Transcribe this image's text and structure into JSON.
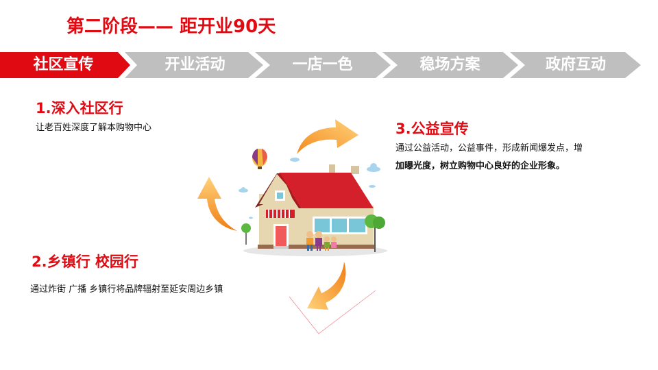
{
  "header": {
    "title": "第二阶段—— 距开业90天"
  },
  "banner": {
    "steps": [
      {
        "label": "社区宣传",
        "active": true
      },
      {
        "label": "开业活动",
        "active": false
      },
      {
        "label": "一店一色",
        "active": false
      },
      {
        "label": "稳场方案",
        "active": false
      },
      {
        "label": "政府互动",
        "active": false
      }
    ],
    "colors": {
      "active": "#e00a12",
      "inactive": "#bfbfbf"
    }
  },
  "sections": [
    {
      "title": "1.深入社区行",
      "text": "让老百姓深度了解本购物中心"
    },
    {
      "title": "2.乡镇行 校园行",
      "text": "通过炸街 广播 乡镇行将品牌辐射至延安周边乡镇"
    },
    {
      "title": "3.公益宣传",
      "text_line1": "通过公益活动，公益事件，形成新闻爆发点，增",
      "text_line2": "加曝光度，树立购物中心良好的企业形象。"
    }
  ],
  "illustration": {
    "icons": [
      "house-icon",
      "family-icon",
      "hot-air-balloon-icon",
      "tree-icon",
      "cloud-icon",
      "cycle-arrow-icon"
    ]
  }
}
